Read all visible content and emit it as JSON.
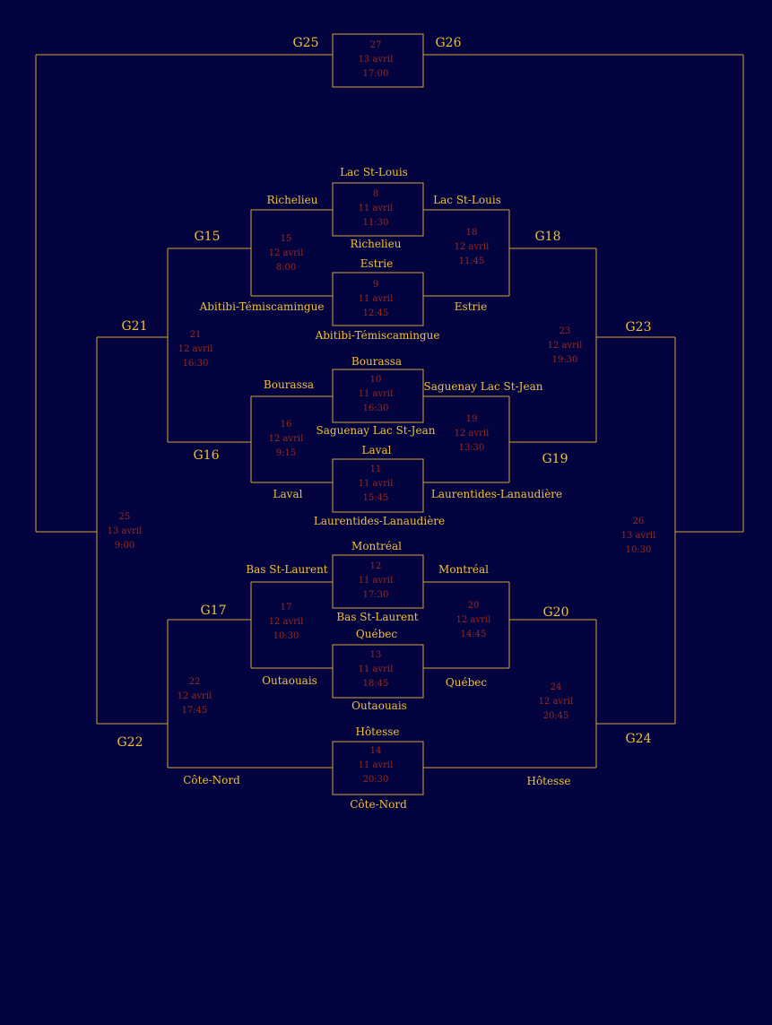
{
  "colors": {
    "background": "#03033f",
    "line": "#d4a53a",
    "text": "#f2c233",
    "game_info": "#9c2a1a"
  },
  "games": [
    {
      "id": "g8",
      "num": "8",
      "date": "11 avril",
      "time": "11:30"
    },
    {
      "id": "g9",
      "num": "9",
      "date": "11 avril",
      "time": "12:45"
    },
    {
      "id": "g10",
      "num": "10",
      "date": "11 avril",
      "time": "16:30"
    },
    {
      "id": "g11",
      "num": "11",
      "date": "11 avril",
      "time": "15:45"
    },
    {
      "id": "g12",
      "num": "12",
      "date": "11 avril",
      "time": "17:30"
    },
    {
      "id": "g13",
      "num": "13",
      "date": "11 avril",
      "time": "18:45"
    },
    {
      "id": "g14",
      "num": "14",
      "date": "11 avril",
      "time": "20:30"
    },
    {
      "id": "g15",
      "num": "15",
      "date": "12 avril",
      "time": "8:00"
    },
    {
      "id": "g16",
      "num": "16",
      "date": "12 avril",
      "time": "9:15"
    },
    {
      "id": "g17",
      "num": "17",
      "date": "12 avril",
      "time": "10:30"
    },
    {
      "id": "g18",
      "num": "18",
      "date": "12 avril",
      "time": "11:45"
    },
    {
      "id": "g19",
      "num": "19",
      "date": "12 avril",
      "time": "13:30"
    },
    {
      "id": "g20",
      "num": "20",
      "date": "12 avril",
      "time": "14:45"
    },
    {
      "id": "g21",
      "num": "21",
      "date": "12 avril",
      "time": "16:30"
    },
    {
      "id": "g22",
      "num": "22",
      "date": "12 avril",
      "time": "17:45"
    },
    {
      "id": "g23",
      "num": "23",
      "date": "12 avril",
      "time": "19:30"
    },
    {
      "id": "g24",
      "num": "24",
      "date": "12 avril",
      "time": "20:45"
    },
    {
      "id": "g25",
      "num": "25",
      "date": "13 avril",
      "time": "9:00"
    },
    {
      "id": "g26",
      "num": "26",
      "date": "13 avril",
      "time": "10:30"
    },
    {
      "id": "g27",
      "num": "27",
      "date": "13 avril",
      "time": "17:00"
    }
  ],
  "teams": [
    {
      "id": "g8-top",
      "text": "Lac St-Louis"
    },
    {
      "id": "g8-bot",
      "text": "Richelieu"
    },
    {
      "id": "g9-top",
      "text": "Estrie"
    },
    {
      "id": "g9-bot",
      "text": "Abitibi-Témiscamingue"
    },
    {
      "id": "g10-top",
      "text": "Bourassa"
    },
    {
      "id": "g10-bot",
      "text": "Saguenay Lac St-Jean"
    },
    {
      "id": "g11-top",
      "text": "Laval"
    },
    {
      "id": "g11-bot",
      "text": "Laurentides-Lanaudière"
    },
    {
      "id": "g12-top",
      "text": "Montréal"
    },
    {
      "id": "g12-bot",
      "text": "Bas St-Laurent"
    },
    {
      "id": "g13-top",
      "text": "Québec"
    },
    {
      "id": "g13-bot",
      "text": "Outaouais"
    },
    {
      "id": "g14-top",
      "text": "Hôtesse"
    },
    {
      "id": "g14-bot",
      "text": "Côte-Nord"
    },
    {
      "id": "g15-top",
      "text": "Richelieu"
    },
    {
      "id": "g15-bot",
      "text": "Abitibi-Témiscamingue"
    },
    {
      "id": "g16-top",
      "text": "Bourassa"
    },
    {
      "id": "g16-bot",
      "text": "Laval"
    },
    {
      "id": "g17-top",
      "text": "Bas St-Laurent"
    },
    {
      "id": "g17-bot",
      "text": "Outaouais"
    },
    {
      "id": "g18-top",
      "text": "Lac St-Louis"
    },
    {
      "id": "g18-bot",
      "text": "Estrie"
    },
    {
      "id": "g19-top",
      "text": "Saguenay Lac St-Jean"
    },
    {
      "id": "g19-bot",
      "text": "Laurentides-Lanaudière"
    },
    {
      "id": "g20-top",
      "text": "Montréal"
    },
    {
      "id": "g20-bot",
      "text": "Québec"
    },
    {
      "id": "g22-bot",
      "text": "Côte-Nord"
    },
    {
      "id": "g24-bot",
      "text": "Hôtesse"
    }
  ],
  "game_labels": [
    {
      "id": "gl-g15",
      "text": "G15"
    },
    {
      "id": "gl-g16",
      "text": "G16"
    },
    {
      "id": "gl-g17",
      "text": "G17"
    },
    {
      "id": "gl-g18",
      "text": "G18"
    },
    {
      "id": "gl-g19",
      "text": "G19"
    },
    {
      "id": "gl-g20",
      "text": "G20"
    },
    {
      "id": "gl-g21",
      "text": "G21"
    },
    {
      "id": "gl-g22",
      "text": "G22"
    },
    {
      "id": "gl-g23",
      "text": "G23"
    },
    {
      "id": "gl-g24",
      "text": "G24"
    },
    {
      "id": "gl-g25",
      "text": "G25"
    },
    {
      "id": "gl-g26",
      "text": "G26"
    }
  ]
}
